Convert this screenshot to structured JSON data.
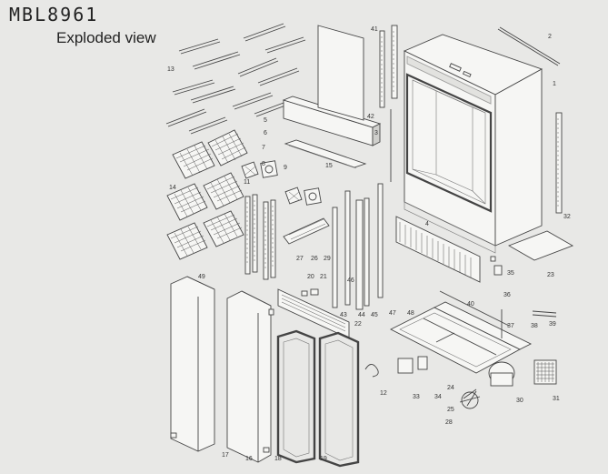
{
  "header": {
    "model": "MBL8961",
    "subtitle": "Exploded view"
  },
  "part_numbers": [
    "1",
    "2",
    "3",
    "4",
    "5",
    "6",
    "7",
    "8",
    "9",
    "11",
    "12",
    "13",
    "14",
    "15",
    "16",
    "17",
    "18",
    "19",
    "20",
    "21",
    "22",
    "23",
    "24",
    "25",
    "26",
    "27",
    "28",
    "29",
    "30",
    "31",
    "32",
    "33",
    "34",
    "35",
    "36",
    "37",
    "38",
    "39",
    "40",
    "41",
    "42",
    "43",
    "44",
    "45",
    "46",
    "47",
    "48",
    "49"
  ]
}
